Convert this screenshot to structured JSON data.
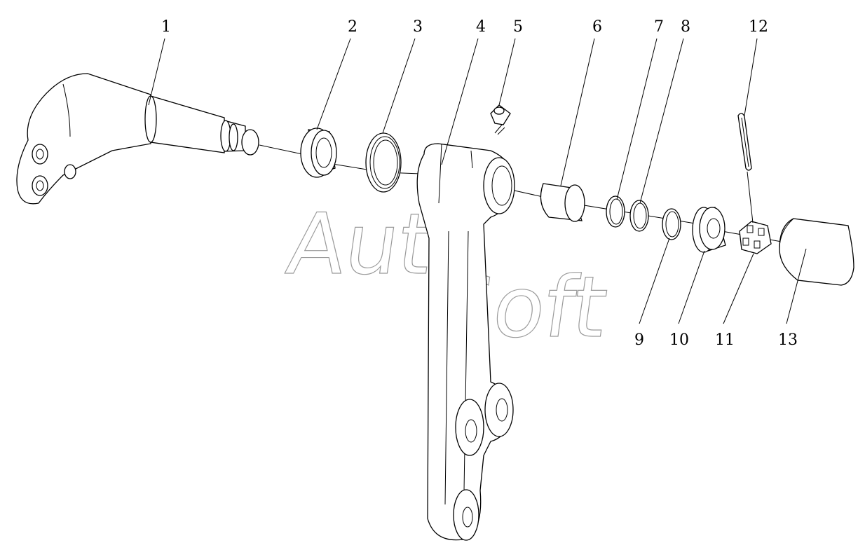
{
  "callouts": [
    "1",
    "2",
    "3",
    "4",
    "5",
    "6",
    "7",
    "8",
    "9",
    "10",
    "11",
    "12",
    "13"
  ],
  "watermark": {
    "part1": "Auto",
    "part2": "Soft"
  },
  "colors": {
    "line": "#000000",
    "watermark": "#9a9a9a",
    "background": "#ffffff"
  }
}
